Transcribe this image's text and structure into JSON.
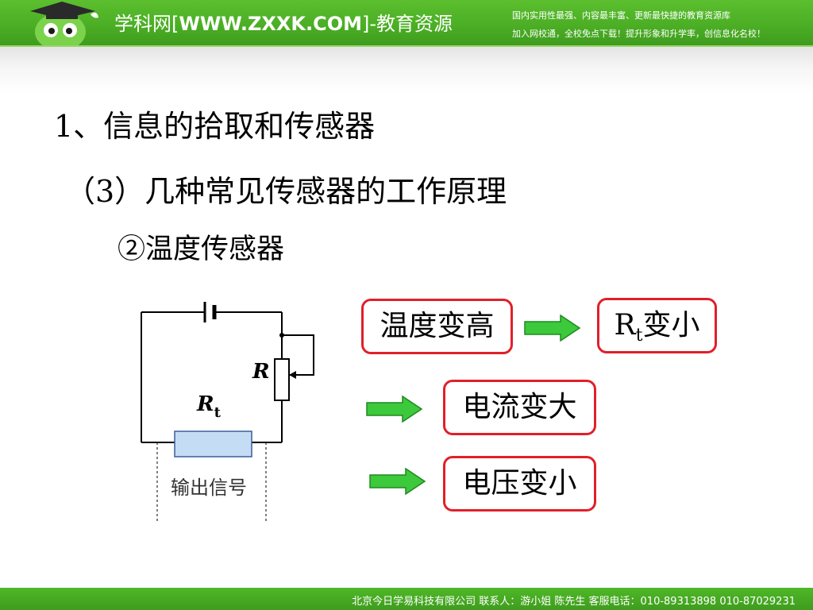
{
  "header": {
    "site_name_prefix": "学科网[",
    "site_url": "WWW.ZXXK.COM",
    "site_name_suffix": "]-教育资源",
    "slogan_line1": "国内实用性最强、内容最丰富、更新最快捷的教育资源库",
    "slogan_line2": "加入网校通，全校免点下载！提升形象和升学率，创信息化名校！"
  },
  "slide": {
    "heading1": "1、信息的拾取和传感器",
    "heading2": "（3）几种常见传感器的工作原理",
    "heading3": "②温度传感器"
  },
  "circuit": {
    "resistor_label": "R",
    "thermistor_label": "R",
    "thermistor_subscript": "t",
    "output_label": "输出信号"
  },
  "flow": {
    "step1": "温度变高",
    "step2_main": "R",
    "step2_sub": "t",
    "step2_rest": "变小",
    "step3": "电流变大",
    "step4": "电压变小"
  },
  "colors": {
    "header_green": "#4aad24",
    "box_border": "#e0202a",
    "arrow_green": "#3cc93c",
    "thermistor_fill": "#c5dcf5"
  },
  "footer": {
    "text": "北京今日学易科技有限公司 联系人：游小姐 陈先生 客服电话：010-89313898 010-87029231"
  }
}
